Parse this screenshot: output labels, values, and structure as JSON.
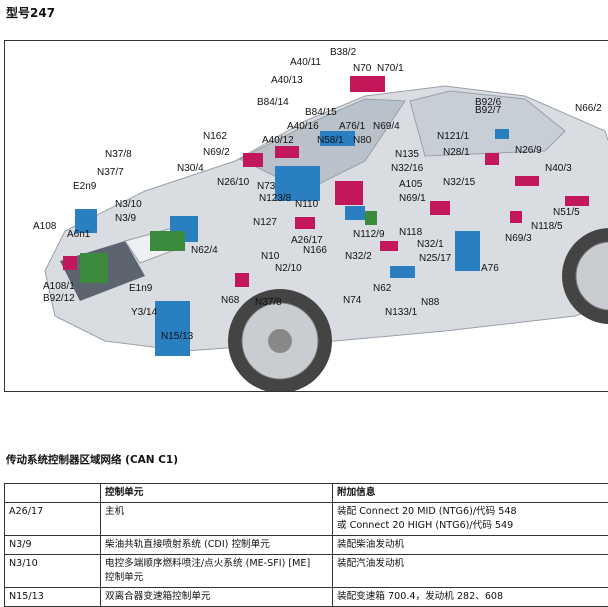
{
  "page_title": "型号247",
  "diagram": {
    "labels": [
      "B38/2",
      "A40/11",
      "N70",
      "N70/1",
      "A40/13",
      "B84/14",
      "B84/15",
      "A40/16",
      "A76/1",
      "N69/4",
      "B92/6",
      "B92/7",
      "N66/2",
      "N162",
      "N58/1",
      "N80",
      "N121/1",
      "N69/2",
      "A40/12",
      "N135",
      "N28/1",
      "N26/9",
      "N37/8",
      "N32/16",
      "N40/3",
      "N37/7",
      "N30/4",
      "N73",
      "A105",
      "N26/10",
      "N123/8",
      "N32/15",
      "E2n9",
      "N69/1",
      "N110",
      "N3/10",
      "N3/9",
      "N127",
      "N112/9",
      "N118/5",
      "N51/5",
      "A108",
      "A6n1",
      "N62/4",
      "A26/17",
      "N166",
      "N118",
      "N69/3",
      "N32/2",
      "N32/1",
      "N10",
      "N25/17",
      "E1n9",
      "N2/10",
      "A76",
      "A108/1",
      "B92/12",
      "N62",
      "Y3/14",
      "N68",
      "N37/8",
      "N74",
      "N88",
      "N133/1",
      "N15/13"
    ]
  },
  "section_title": "传动系统控制器区域网络 (CAN C1)",
  "table": {
    "headers": [
      "",
      "控制单元",
      "附加信息"
    ],
    "rows": [
      {
        "id": "A26/17",
        "unit": "主机",
        "info": "装配 Connect 20 MID (NTG6)/代码 548\n或 Connect 20 HIGH (NTG6)/代码 549"
      },
      {
        "id": "N3/9",
        "unit": "柴油共轨直接喷射系统 (CDI) 控制单元",
        "info": "装配柴油发动机"
      },
      {
        "id": "N3/10",
        "unit": "电控多端顺序燃料喷注/点火系统 (ME-SFI) [ME]\n控制单元",
        "info": "装配汽油发动机"
      },
      {
        "id": "N15/13",
        "unit": "双离合器变速箱控制单元",
        "info": "装配变速箱 700.4，发动机 282、608"
      }
    ]
  },
  "colors": {
    "body": "#d9dde2",
    "blue_module": "#2a7fc1",
    "magenta_module": "#c2185b",
    "green_module": "#3c8a3c",
    "border": "#333333"
  }
}
